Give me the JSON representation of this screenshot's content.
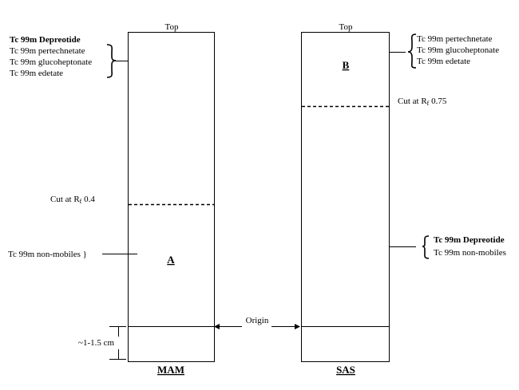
{
  "colors": {
    "ink": "#000000",
    "background": "#ffffff"
  },
  "left_strip": {
    "name": "MAM",
    "top_label": "Top",
    "region_label": "A",
    "cut_label_prefix": "Cut at R",
    "cut_label_sub": "f",
    "cut_label_value": " 0.4",
    "cut_rf": 0.4,
    "top_group": [
      "Tc 99m Depreotide",
      "Tc 99m pertechnetate",
      "Tc 99m glucoheptonate",
      "Tc 99m edetate"
    ],
    "bottom_group": "Tc 99m non-mobiles }",
    "origin_measure": "~1-1.5 cm"
  },
  "right_strip": {
    "name": "SAS",
    "top_label": "Top",
    "region_label": "B",
    "cut_label_prefix": "Cut at R",
    "cut_label_sub": "f",
    "cut_label_value": " 0.75",
    "cut_rf": 0.75,
    "top_group": [
      "Tc 99m pertechnetate",
      "Tc 99m glucoheptonate",
      "Tc 99m edetate"
    ],
    "bottom_group": [
      "Tc 99m Depreotide",
      "Tc 99m non-mobiles"
    ]
  },
  "origin_label": "Origin"
}
